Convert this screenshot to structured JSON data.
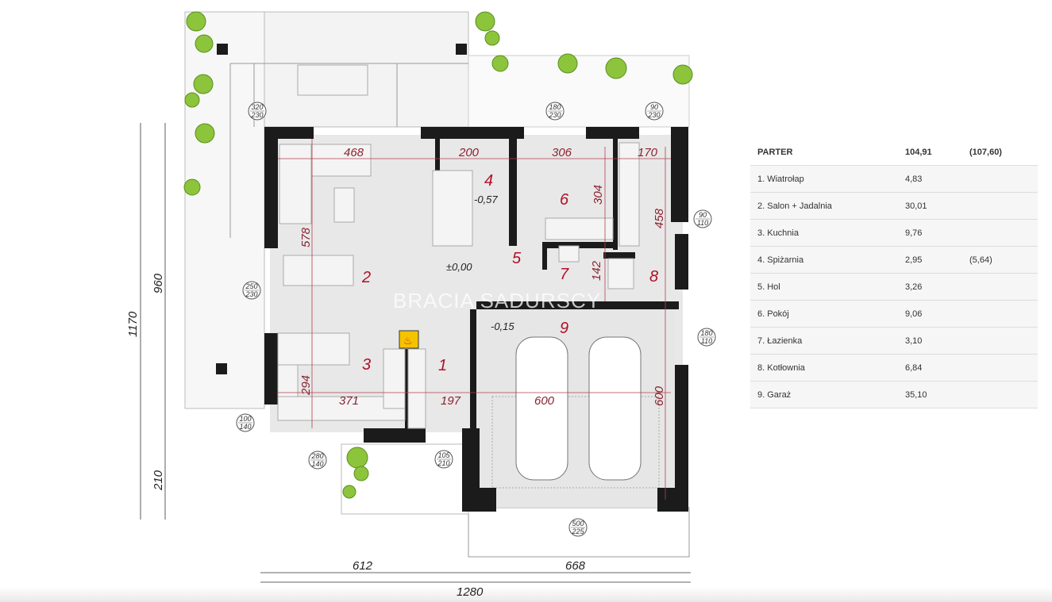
{
  "table": {
    "header": {
      "name": "PARTER",
      "area": "104,91",
      "area2": "(107,60)"
    },
    "rows": [
      {
        "name": "1. Wiatrołap",
        "area": "4,83",
        "area2": ""
      },
      {
        "name": "2. Salon + Jadalnia",
        "area": "30,01",
        "area2": ""
      },
      {
        "name": "3. Kuchnia",
        "area": "9,76",
        "area2": ""
      },
      {
        "name": "4. Spiżarnia",
        "area": "2,95",
        "area2": "(5,64)"
      },
      {
        "name": "5. Hol",
        "area": "3,26",
        "area2": ""
      },
      {
        "name": "6. Pokój",
        "area": "9,06",
        "area2": ""
      },
      {
        "name": "7. Łazienka",
        "area": "3,10",
        "area2": ""
      },
      {
        "name": "8. Kotłownia",
        "area": "6,84",
        "area2": ""
      },
      {
        "name": "9. Garaż",
        "area": "35,10",
        "area2": ""
      }
    ]
  },
  "plan": {
    "watermark": "BRACIA SADURSCY",
    "rooms": [
      "1",
      "2",
      "3",
      "4",
      "5",
      "6",
      "7",
      "8",
      "9"
    ],
    "levels": {
      "main": "±0,00",
      "pantry": "-0,57",
      "garage": "-0,15"
    },
    "dims": {
      "d468": "468",
      "d200": "200",
      "d306": "306",
      "d170": "170",
      "d578": "578",
      "d304": "304",
      "d458": "458",
      "d142": "142",
      "d294": "294",
      "d371": "371",
      "d197": "197",
      "d600h": "600",
      "d600v": "600",
      "overall_left": "612",
      "overall_right": "668",
      "overall_total": "1280",
      "v1170": "1170",
      "v960": "960",
      "v210": "210"
    },
    "openings": [
      {
        "w": "320",
        "h": "230"
      },
      {
        "w": "180",
        "h": "230"
      },
      {
        "w": "90",
        "h": "230"
      },
      {
        "w": "90",
        "h": "110"
      },
      {
        "w": "250",
        "h": "230"
      },
      {
        "w": "180",
        "h": "110"
      },
      {
        "w": "100",
        "h": "140"
      },
      {
        "w": "280",
        "h": "140"
      },
      {
        "w": "105",
        "h": "210"
      },
      {
        "w": "500",
        "h": "225"
      }
    ],
    "colors": {
      "wall": "#1b1b1b",
      "dimension": "#8a2230",
      "room_number": "#b0102a",
      "fireplace": "#f5c400"
    }
  }
}
